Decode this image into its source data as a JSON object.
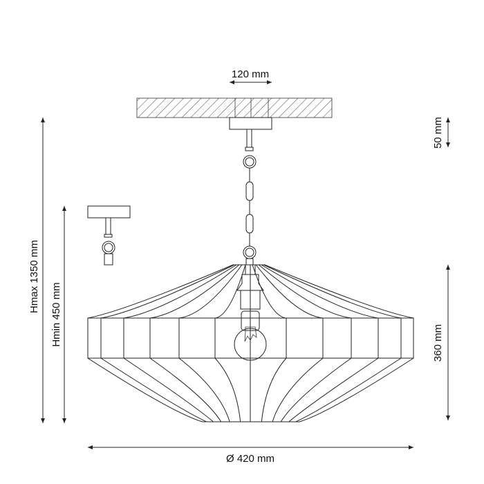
{
  "dimensions": {
    "canopy_width": "120 mm",
    "diameter": "Ø 420 mm",
    "height_max": "Hmax 1350 mm",
    "height_min": "Hmin 450 mm",
    "canopy_height": "50 mm",
    "shade_height": "360 mm"
  },
  "colors": {
    "line": "#222222",
    "background": "#ffffff"
  }
}
